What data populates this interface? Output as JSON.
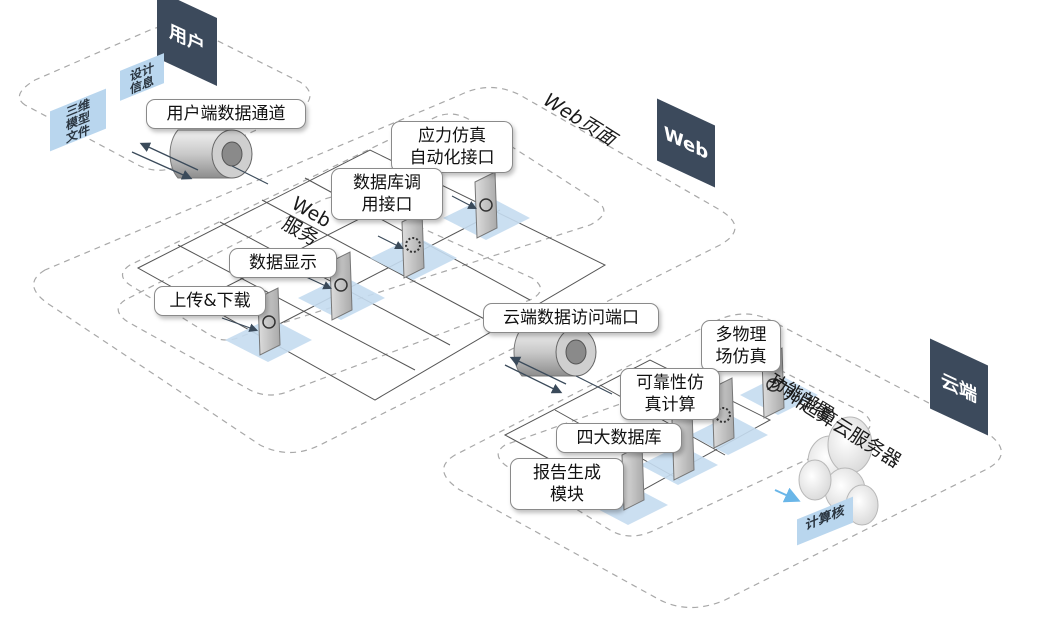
{
  "user_zone": {
    "tag": "用户",
    "chips": [
      {
        "text": "设计\n信息"
      },
      {
        "text": "三维\n模型\n文件"
      }
    ],
    "channel_label": "用户端数据通道"
  },
  "web_zone": {
    "tag": "Web",
    "area_title": "Web页面",
    "service_title": "Web\n服务",
    "labels": {
      "stress_sim": "应力仿真\n自动化接口",
      "db_call": "数据库调\n用接口",
      "data_display": "数据显示",
      "upload_download": "上传&下载"
    }
  },
  "cloud_zone": {
    "tag": "云端",
    "area_title": "广州超算云服务器",
    "deploy_title": "功能部署",
    "channel_label": "云端数据访问端口",
    "labels": {
      "multiphysics": "多物理\n场仿真",
      "reliability": "可靠性仿\n真计算",
      "four_db": "四大数据库",
      "report": "报告生成\n模块"
    },
    "compute_chip": "计算核"
  },
  "colors": {
    "tag_bg": "#3c4a5c",
    "tile": "#c5dcf0",
    "dashed_border": "#a8a8a8"
  }
}
